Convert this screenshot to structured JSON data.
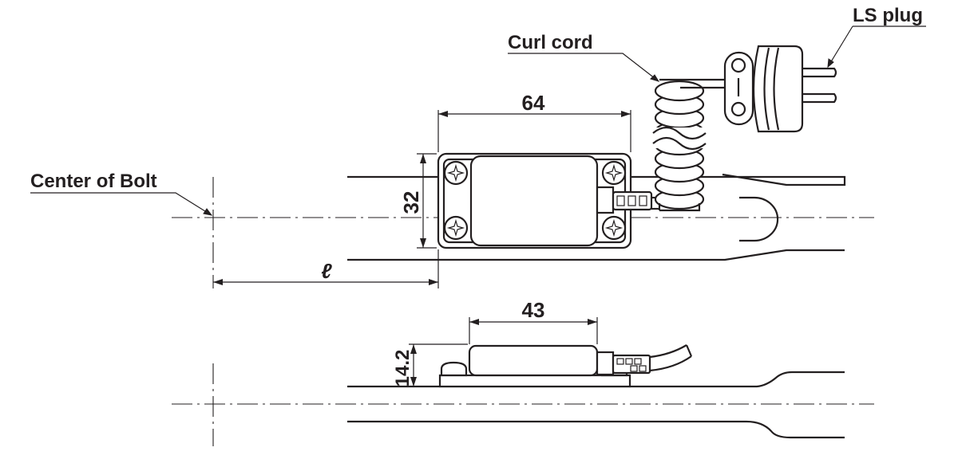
{
  "labels": {
    "ls_plug": "LS plug",
    "curl_cord": "Curl cord",
    "center_of_bolt": "Center of Bolt"
  },
  "dimensions": {
    "length": "64",
    "width": "32",
    "distance": "ℓ",
    "body_length": "43",
    "height": "14.2"
  },
  "colors": {
    "line": "#231f20",
    "background": "#ffffff"
  }
}
